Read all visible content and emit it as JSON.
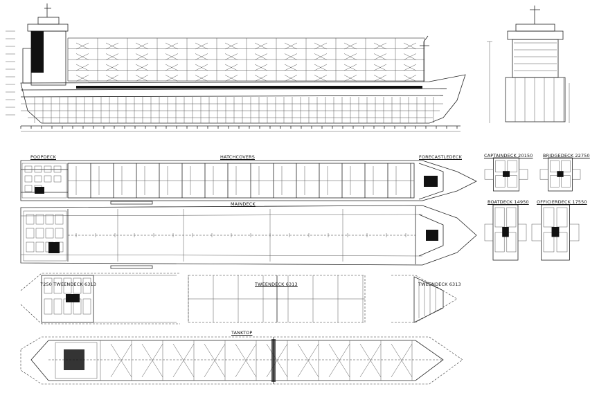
{
  "labels": {
    "poopdeck": "POOPDECK",
    "hatchcovers": "HATCHCOVERS",
    "forecastledeck": "FORECASTLEDECK",
    "captaindeck": "CAPTAINDECK 20150",
    "bridgedeck": "BRIDGEDECK 22750",
    "maindeck": "MAINDECK",
    "boatdeck": "BOATDECK 14950",
    "officierdeck": "OFFICIERDECK 17550",
    "tweendeck_aft": "7250 TWEENDECK 6313",
    "tweendeck_mid": "TWEENDECK 6313",
    "tweendeck_fwd": "TWEENDECK 6313",
    "tanktop": "TANKTOP"
  }
}
